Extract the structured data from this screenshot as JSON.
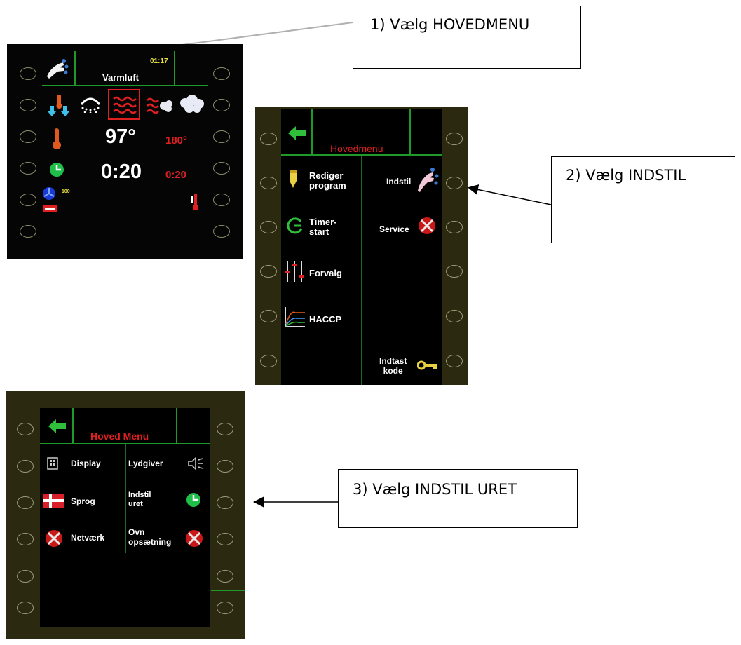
{
  "callouts": {
    "step1": "1) Vælg HOVEDMENU",
    "step2": "2) Vælg INDSTIL",
    "step3": "3) Vælg INDSTIL URET"
  },
  "screen1": {
    "mode_label": "Varmluft",
    "clock": "01:17",
    "temp_actual": "97°",
    "temp_set": "180°",
    "time_actual": "0:20",
    "time_set": "0:20",
    "fan_label": "100",
    "icons": [
      "hand-tap-icon",
      "thermometer-down-icon",
      "shower-icon",
      "hot-air-icon",
      "steam-combi-icon",
      "steam-icon",
      "thermometer-icon",
      "clock-icon",
      "fan-icon",
      "tray-icon",
      "core-probe-icon"
    ]
  },
  "screen2": {
    "title": "Hovedmenu",
    "items": {
      "edit_program": "Rediger\nprogram",
      "timer_start": "Timer-\nstart",
      "preset": "Forvalg",
      "haccp": "HACCP",
      "settings": "Indstil",
      "service": "Service",
      "enter_code": "Indtast\nkode"
    }
  },
  "screen3": {
    "title": "Hoved Menu",
    "items": {
      "display": "Display",
      "language": "Sprog",
      "network": "Netværk",
      "sound": "Lydgiver",
      "set_clock": "Indstil\nuret",
      "oven_setup": "Ovn\nopsætning"
    }
  },
  "colors": {
    "accent_green": "#1f9a2a",
    "title_red": "#e02020",
    "bezel_olive": "#2b2a10",
    "clock_yellow": "#e8e040"
  }
}
